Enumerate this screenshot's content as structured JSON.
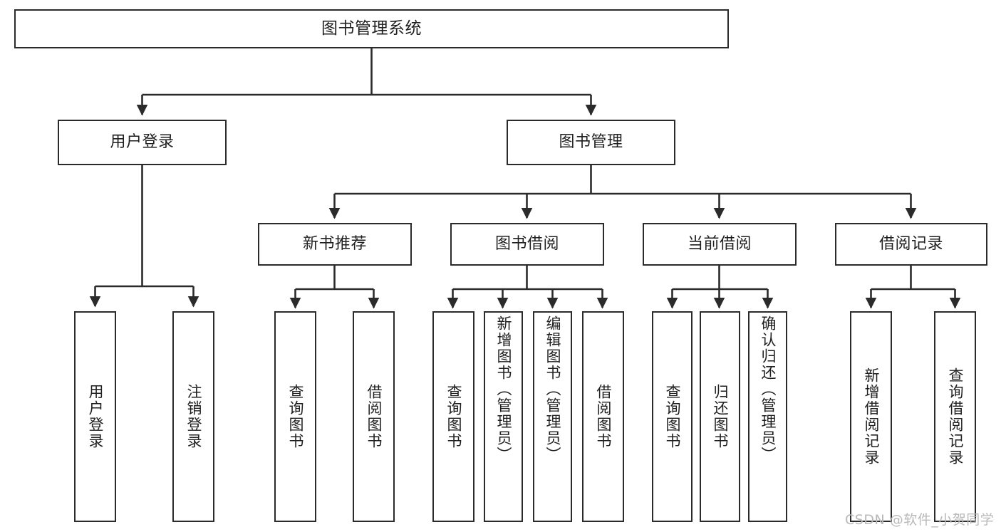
{
  "diagram": {
    "title": "图书管理系统",
    "type": "tree",
    "background": "#ffffff",
    "stroke_color": "#2b2b2b",
    "text_color": "#1f1f1f"
  },
  "nodes": {
    "root": {
      "label": "图书管理系统"
    },
    "level2": [
      {
        "id": "user-login",
        "label": "用户登录"
      },
      {
        "id": "book-manage",
        "label": "图书管理"
      }
    ],
    "level3": [
      {
        "id": "new-book-recommend",
        "label": "新书推荐"
      },
      {
        "id": "book-borrow",
        "label": "图书借阅"
      },
      {
        "id": "current-borrow",
        "label": "当前借阅"
      },
      {
        "id": "borrow-record",
        "label": "借阅记录"
      }
    ],
    "leaves": [
      {
        "id": "leaf-user-login",
        "label": "用户登录",
        "parent": "user-login"
      },
      {
        "id": "leaf-logout-login",
        "label": "注销登录",
        "parent": "user-login"
      },
      {
        "id": "leaf-query-book-1",
        "label": "查询图书",
        "parent": "new-book-recommend"
      },
      {
        "id": "leaf-borrow-book-1",
        "label": "借阅图书",
        "parent": "new-book-recommend"
      },
      {
        "id": "leaf-query-book-2",
        "label": "查询图书",
        "parent": "book-borrow"
      },
      {
        "id": "leaf-add-book-admin",
        "label": "新增图书（管理员）",
        "parent": "book-borrow"
      },
      {
        "id": "leaf-edit-book-admin",
        "label": "编辑图书（管理员）",
        "parent": "book-borrow"
      },
      {
        "id": "leaf-borrow-book-2",
        "label": "借阅图书",
        "parent": "book-borrow"
      },
      {
        "id": "leaf-query-book-3",
        "label": "查询图书",
        "parent": "current-borrow"
      },
      {
        "id": "leaf-return-book",
        "label": "归还图书",
        "parent": "current-borrow"
      },
      {
        "id": "leaf-confirm-return-admin",
        "label": "确认归还（管理员）",
        "parent": "current-borrow"
      },
      {
        "id": "leaf-add-borrow-record",
        "label": "新增借阅记录",
        "parent": "borrow-record"
      },
      {
        "id": "leaf-query-borrow-record",
        "label": "查询借阅记录",
        "parent": "borrow-record"
      }
    ]
  },
  "watermark": {
    "text": "CSDN @软件_小贺同学"
  }
}
